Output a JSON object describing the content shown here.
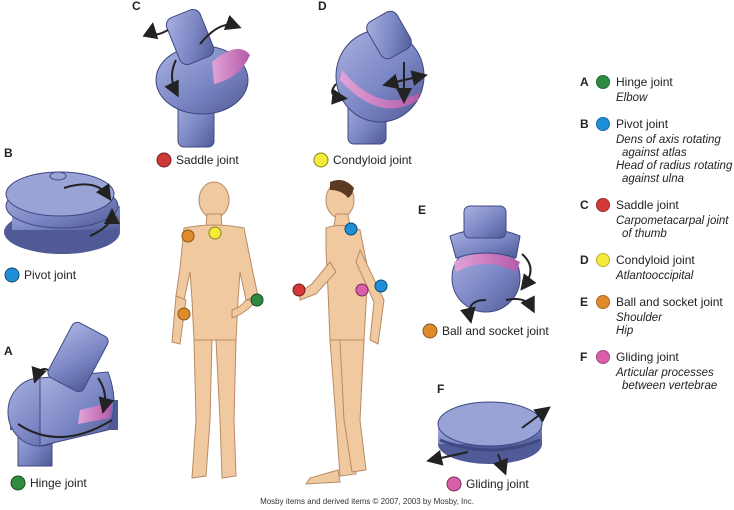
{
  "panels": [
    {
      "letter": "C",
      "label": "Saddle joint"
    },
    {
      "letter": "D",
      "label": "Condyloid joint"
    },
    {
      "letter": "B",
      "label": "Pivot joint"
    },
    {
      "letter": "E",
      "label": "Ball and socket joint"
    },
    {
      "letter": "A",
      "label": "Hinge joint"
    },
    {
      "letter": "F",
      "label": "Gliding joint"
    }
  ],
  "legend": [
    {
      "letter": "A",
      "title": "Hinge joint",
      "color": "#2e8b3f",
      "examples": [
        "Elbow"
      ]
    },
    {
      "letter": "B",
      "title": "Pivot joint",
      "color": "#1e8fd6",
      "examples": [
        "Dens of axis rotating against atlas",
        "Head of radius rotating against ulna"
      ]
    },
    {
      "letter": "C",
      "title": "Saddle joint",
      "color": "#d23838",
      "examples": [
        "Carpometacarpal joint of thumb"
      ]
    },
    {
      "letter": "D",
      "title": "Condyloid joint",
      "color": "#f3ea3a",
      "examples": [
        "Atlantooccipital"
      ]
    },
    {
      "letter": "E",
      "title": "Ball and socket joint",
      "color": "#e08a2c",
      "examples": [
        "Shoulder",
        "Hip"
      ]
    },
    {
      "letter": "F",
      "title": "Gliding joint",
      "color": "#d960a8",
      "examples": [
        "Articular processes between vertebrae"
      ]
    }
  ],
  "credit": "Mosby items and derived items © 2007, 2003 by Mosby, Inc.",
  "colors": {
    "joint_blue": "#7b86c4",
    "cartilage_pink": "#c876c0",
    "skin": "#f0c9a0"
  }
}
